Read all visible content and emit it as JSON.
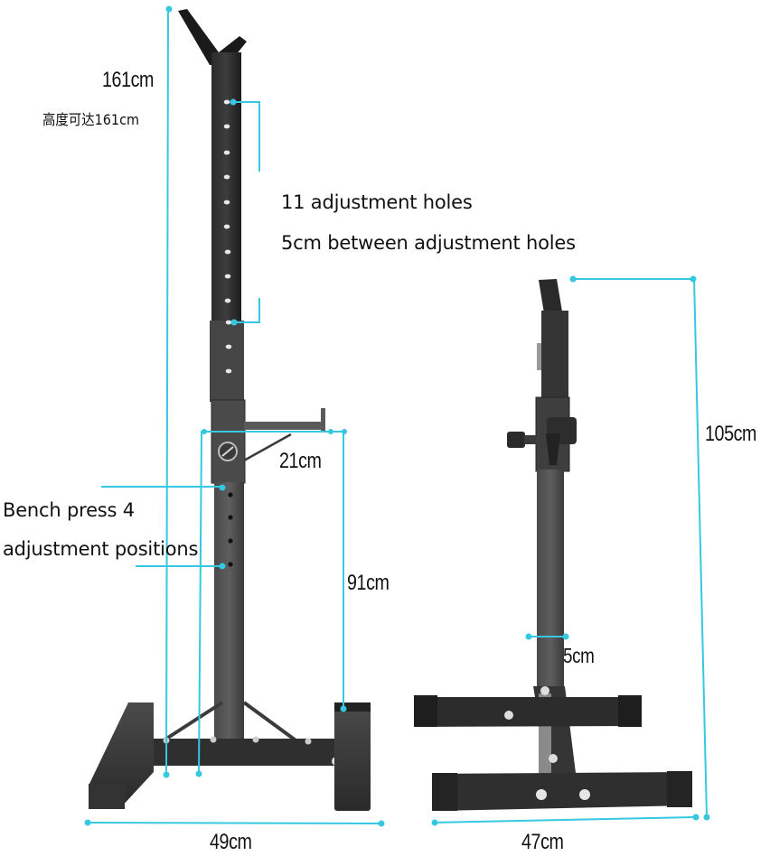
{
  "colors": {
    "callout": "#35c8e0",
    "steel_dark": "#1f1f1f",
    "steel_mid": "#3a3a3a",
    "steel_light": "#5a5a5a",
    "background": "#ffffff",
    "text": "#111111"
  },
  "front_view": {
    "height_label": "161cm",
    "height_note_cn": "高度可达161cm",
    "holes_note_line1": "11 adjustment holes",
    "holes_note_line2": "5cm between adjustment holes",
    "bench_note_line1": "Bench press 4",
    "bench_note_line2": "adjustment positions",
    "hook_length_label": "21cm",
    "hook_height_label": "91cm",
    "base_width_label": "49cm",
    "upper_hole_count": 11,
    "bench_hole_count": 4
  },
  "side_view": {
    "min_height_label": "105cm",
    "tube_width_label": "5cm",
    "base_depth_label": "47cm"
  }
}
